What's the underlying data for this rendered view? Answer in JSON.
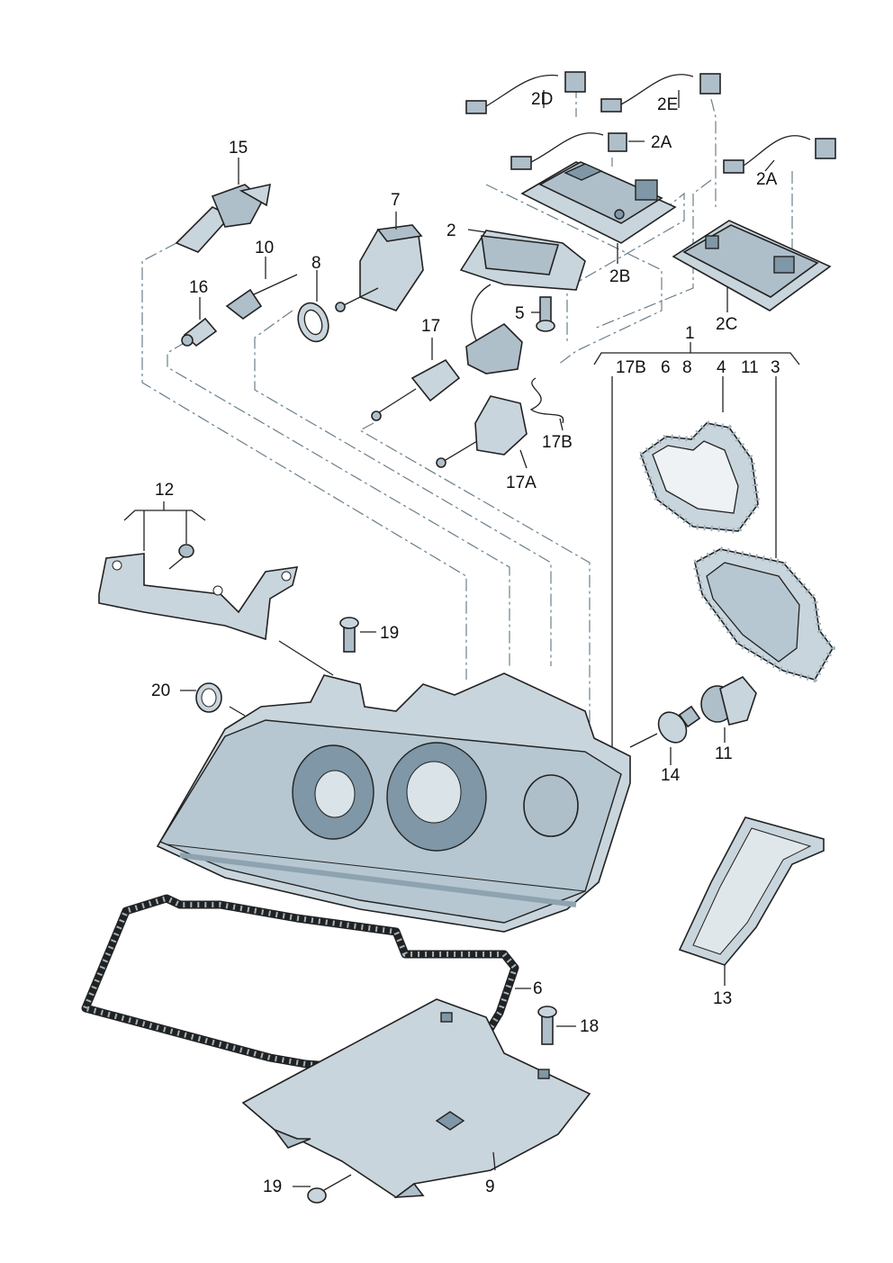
{
  "labels": {
    "l1": "1",
    "l2": "2",
    "l2a_top": "2A",
    "l2a_right": "2A",
    "l2b": "2B",
    "l2c": "2C",
    "l2d": "2D",
    "l2e": "2E",
    "l3": "3",
    "l4": "4",
    "l5": "5",
    "l6_top": "6",
    "l6": "6",
    "l7": "7",
    "l8_top": "8",
    "l8": "8",
    "l9": "9",
    "l10": "10",
    "l11_top": "11",
    "l11": "11",
    "l12": "12",
    "l13": "13",
    "l14": "14",
    "l15": "15",
    "l16": "16",
    "l17": "17",
    "l17a": "17A",
    "l17b_top": "17B",
    "l17b": "17B",
    "l18": "18",
    "l19_top": "19",
    "l19_bottom": "19",
    "l20": "20"
  }
}
